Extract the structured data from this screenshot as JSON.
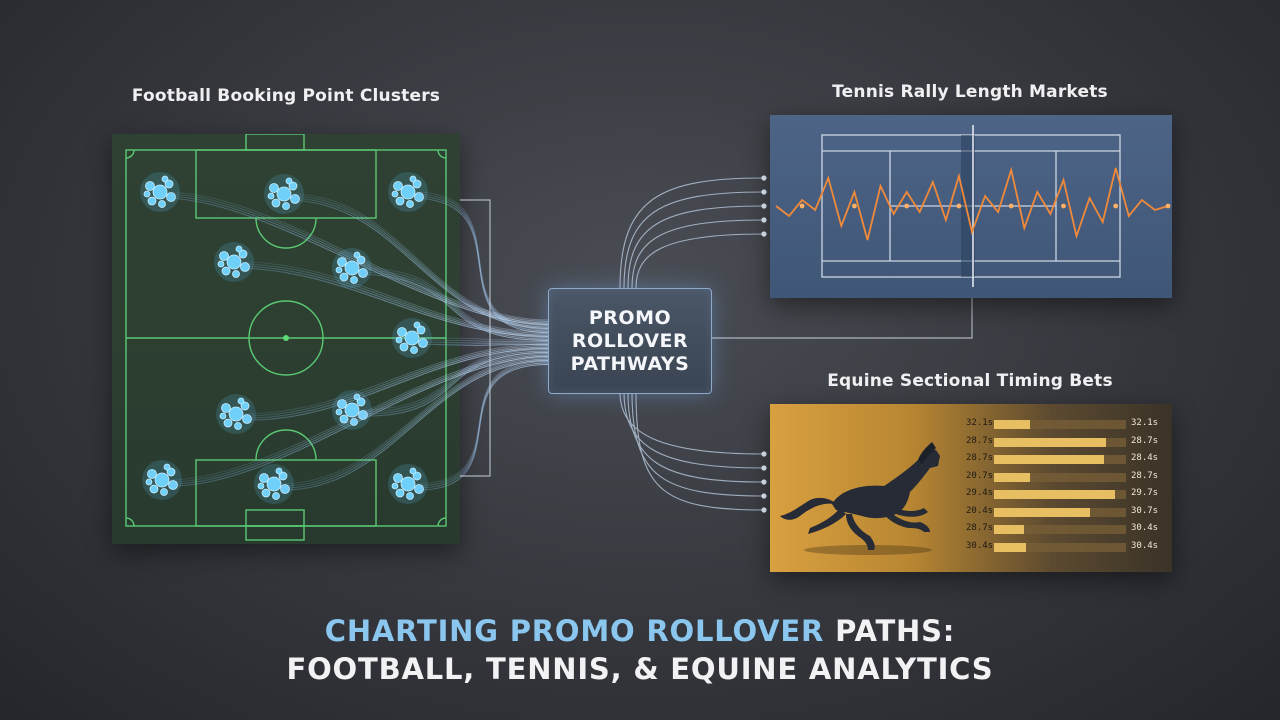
{
  "panels": {
    "football_title": "Football Booking Point Clusters",
    "tennis_title": "Tennis Rally Length Markets",
    "equine_title": "Equine Sectional Timing Bets"
  },
  "hub": {
    "line1": "PROMO",
    "line2": "ROLLOVER",
    "line3": "PATHWAYS"
  },
  "headline": {
    "line1_accent": "CHARTING PROMO ROLLOVER",
    "line1_rest": " PATHS:",
    "line2": "FOOTBALL, TENNIS, & EQUINE ANALYTICS"
  },
  "equine_splits": [
    {
      "left": "32.1s",
      "right": "32.1s",
      "fill": 0.27
    },
    {
      "left": "28.7s",
      "right": "28.7s",
      "fill": 0.85
    },
    {
      "left": "28.7s",
      "right": "28.4s",
      "fill": 0.83
    },
    {
      "left": "20.7s",
      "right": "28.7s",
      "fill": 0.27
    },
    {
      "left": "29.4s",
      "right": "29.7s",
      "fill": 0.92
    },
    {
      "left": "20.4s",
      "right": "30.7s",
      "fill": 0.73
    },
    {
      "left": "28.7s",
      "right": "30.4s",
      "fill": 0.23
    },
    {
      "left": "30.4s",
      "right": "30.4s",
      "fill": 0.24
    }
  ],
  "colors": {
    "pitch_line": "#5fd87a",
    "cluster": "#5cc4f4",
    "flow": "#7fb8f0",
    "rally_wave": "#f08a3a",
    "split_fill": "#e7be62",
    "headline_accent": "#8ac6ee"
  }
}
